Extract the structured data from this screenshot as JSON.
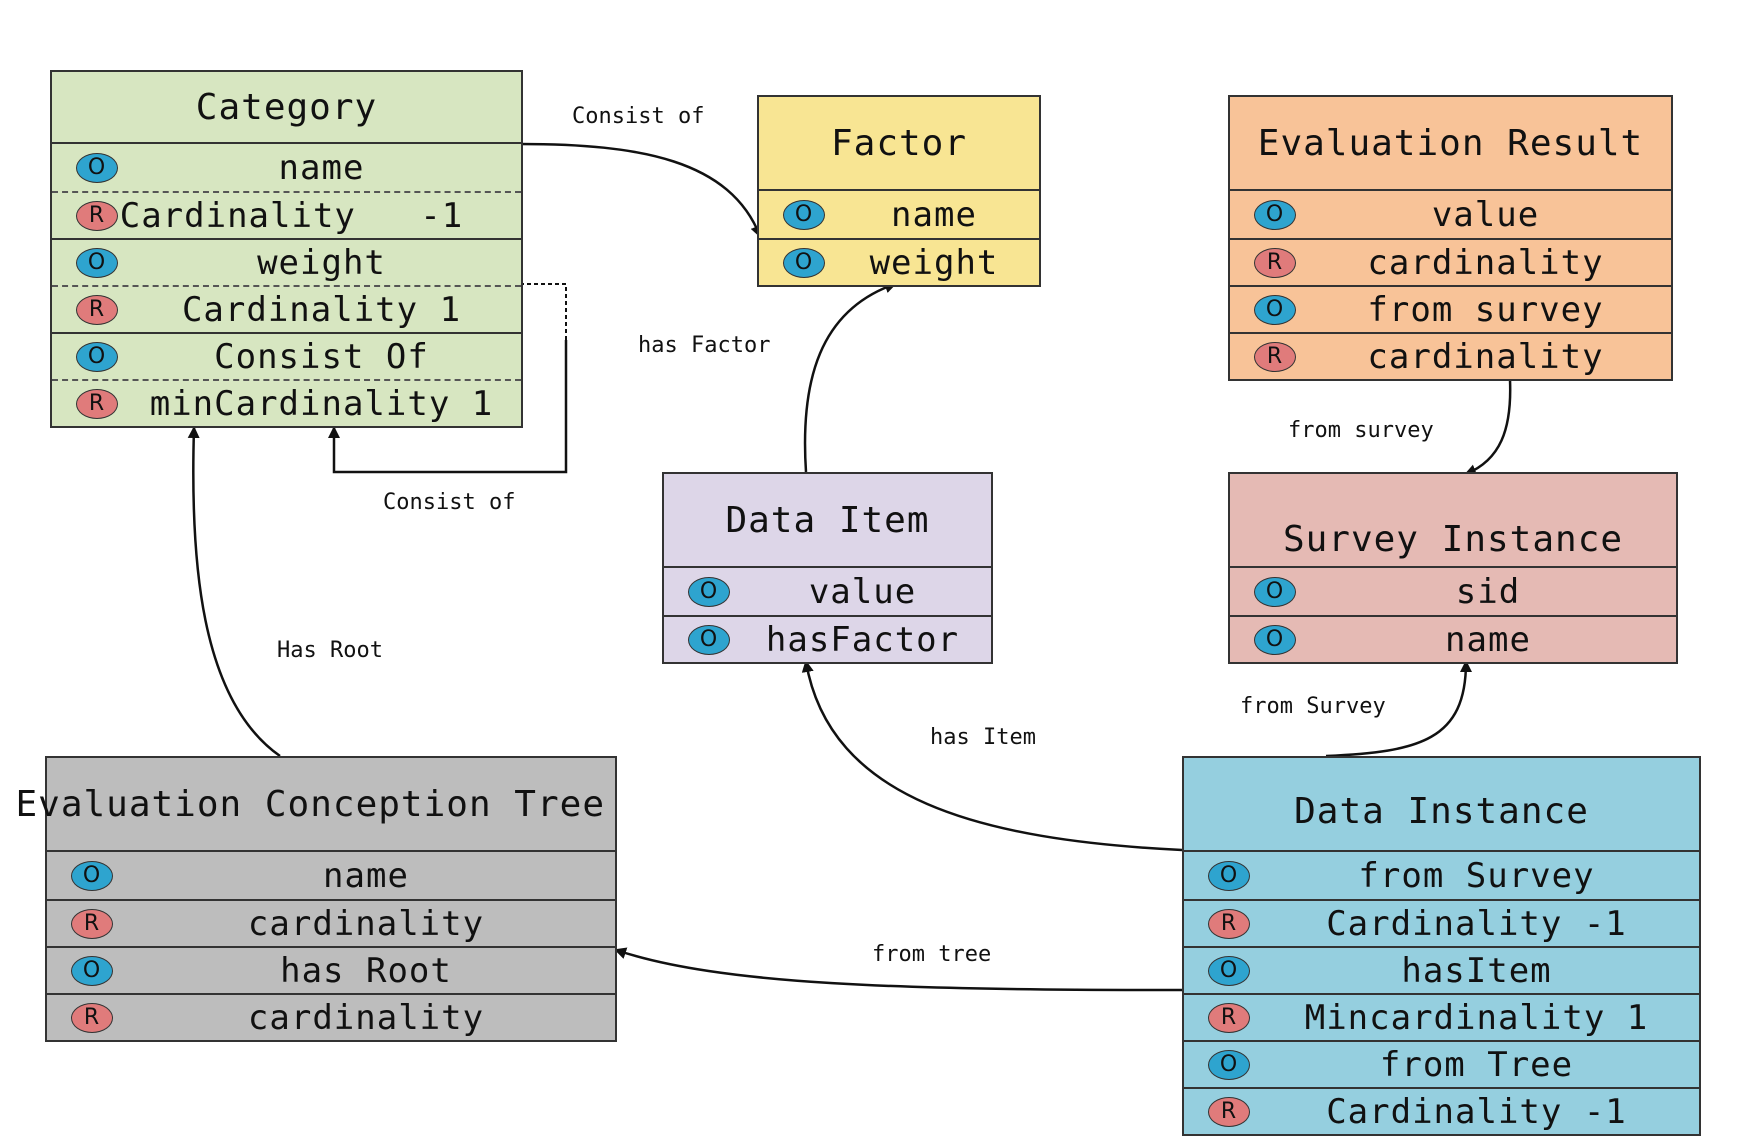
{
  "nodes": {
    "category": {
      "title": "Category",
      "rows": [
        {
          "badge": "O",
          "text": "name"
        },
        {
          "badge": "R",
          "text": "Cardinality   -1"
        },
        {
          "badge": "O",
          "text": "weight"
        },
        {
          "badge": "R",
          "text": "Cardinality 1"
        },
        {
          "badge": "O",
          "text": "Consist Of"
        },
        {
          "badge": "R",
          "text": "minCardinality 1"
        }
      ],
      "color": "#d7e6c1"
    },
    "factor": {
      "title": "Factor",
      "rows": [
        {
          "badge": "O",
          "text": "name"
        },
        {
          "badge": "O",
          "text": "weight"
        }
      ],
      "color": "#f8e593"
    },
    "evaluation_result": {
      "title": "Evaluation Result",
      "rows": [
        {
          "badge": "O",
          "text": "value"
        },
        {
          "badge": "R",
          "text": "cardinality"
        },
        {
          "badge": "O",
          "text": "from survey"
        },
        {
          "badge": "R",
          "text": "cardinality"
        }
      ],
      "color": "#f8c398"
    },
    "data_item": {
      "title": "Data Item",
      "rows": [
        {
          "badge": "O",
          "text": "value"
        },
        {
          "badge": "O",
          "text": "hasFactor"
        }
      ],
      "color": "#ddd6e8"
    },
    "survey_instance": {
      "title": "Survey Instance",
      "rows": [
        {
          "badge": "O",
          "text": "sid"
        },
        {
          "badge": "O",
          "text": "name"
        }
      ],
      "color": "#e5bab4"
    },
    "evaluation_conception_tree": {
      "title": "Evaluation Conception Tree",
      "rows": [
        {
          "badge": "O",
          "text": "name"
        },
        {
          "badge": "R",
          "text": "cardinality"
        },
        {
          "badge": "O",
          "text": "has Root"
        },
        {
          "badge": "R",
          "text": "cardinality"
        }
      ],
      "color": "#bdbdbd"
    },
    "data_instance": {
      "title": "Data Instance",
      "rows": [
        {
          "badge": "O",
          "text": "from Survey"
        },
        {
          "badge": "R",
          "text": "Cardinality -1"
        },
        {
          "badge": "O",
          "text": "hasItem"
        },
        {
          "badge": "R",
          "text": "Mincardinality 1"
        },
        {
          "badge": "O",
          "text": "from Tree"
        },
        {
          "badge": "R",
          "text": "Cardinality -1"
        }
      ],
      "color": "#95cfdf"
    }
  },
  "badge_letters": {
    "O": "O",
    "R": "R"
  },
  "edges": {
    "category_factor": "Consist of",
    "category_self": "Consist of",
    "item_factor": "has Factor",
    "result_survey": "from survey",
    "tree_category": "Has Root",
    "instance_item": "has Item",
    "instance_survey": "from Survey",
    "instance_tree": "from tree"
  }
}
